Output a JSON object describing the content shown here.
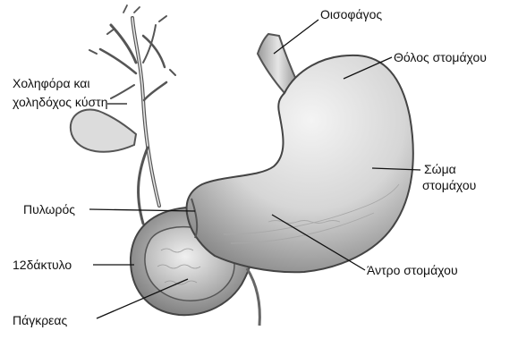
{
  "labels": {
    "esophagus": "Οισοφάγος",
    "fundus": "Θόλος στομάχου",
    "bile_ducts_line1": "Χοληφόρα και",
    "bile_ducts_line2": "χοληδόχος κύστη",
    "body_line1": "Σώμα",
    "body_line2": "στομάχου",
    "pylorus": "Πυλωρός",
    "duodenum": "12δάκτυλο",
    "antrum": "Άντρο στομάχου",
    "pancreas": "Πάγκρεας"
  }
}
